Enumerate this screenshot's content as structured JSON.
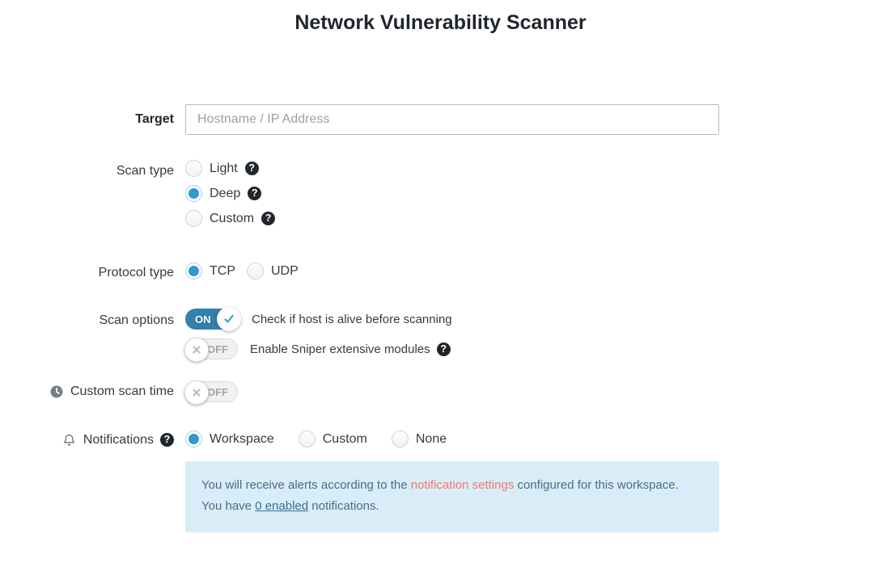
{
  "title": "Network Vulnerability Scanner",
  "glyphs": {
    "help": "?"
  },
  "colors": {
    "accent_blue": "#3598cb",
    "toggle_on_blue": "#3380ab",
    "info_box_bg": "#d9edf8",
    "info_text": "#4d6b84",
    "link_salmon": "#f4796b",
    "link_blue": "#35708f",
    "help_badge_bg": "#21262c",
    "icon_gray": "#767f88"
  },
  "form": {
    "target": {
      "label": "Target",
      "placeholder": "Hostname / IP Address",
      "value": ""
    },
    "scan_type": {
      "label": "Scan type",
      "options": [
        {
          "label": "Light",
          "selected": false,
          "has_help": true
        },
        {
          "label": "Deep",
          "selected": true,
          "has_help": true
        },
        {
          "label": "Custom",
          "selected": false,
          "has_help": true
        }
      ]
    },
    "protocol_type": {
      "label": "Protocol type",
      "options": [
        {
          "label": "TCP",
          "selected": true
        },
        {
          "label": "UDP",
          "selected": false
        }
      ]
    },
    "scan_options": {
      "label": "Scan options",
      "toggles": [
        {
          "state": "ON",
          "label": "Check if host is alive before scanning",
          "has_help": false
        },
        {
          "state": "OFF",
          "label": "Enable Sniper extensive modules",
          "has_help": true
        }
      ]
    },
    "custom_scan_time": {
      "label": "Custom scan time",
      "toggle_state": "OFF"
    },
    "notifications": {
      "label": "Notifications",
      "has_help": true,
      "options": [
        {
          "label": "Workspace",
          "selected": true
        },
        {
          "label": "Custom",
          "selected": false
        },
        {
          "label": "None",
          "selected": false
        }
      ]
    },
    "info_box": {
      "line1_pre": "You will receive alerts according to the ",
      "line1_link": "notification settings",
      "line1_post": " configured for this workspace.",
      "line2_pre": "You have ",
      "line2_link": "0 enabled",
      "line2_post": " notifications."
    }
  }
}
